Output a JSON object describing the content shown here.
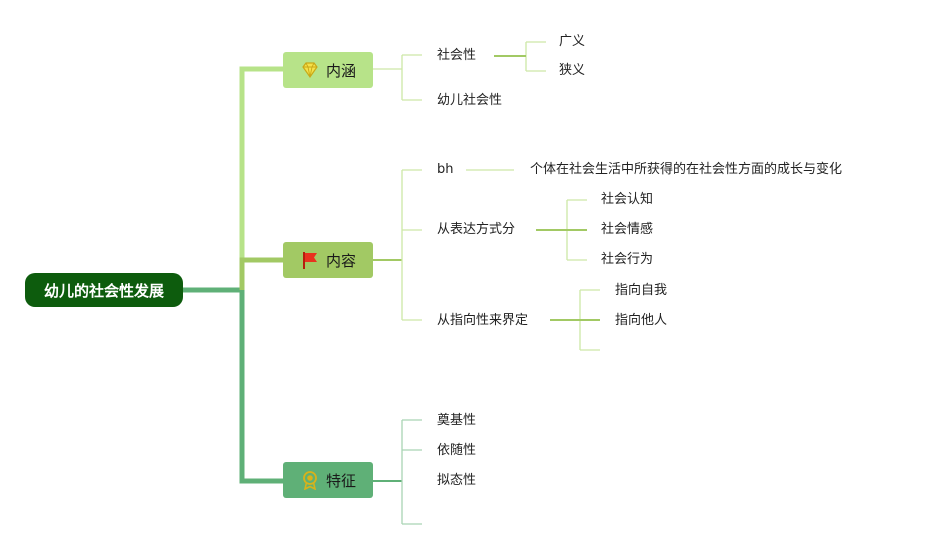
{
  "root": {
    "label": "幼儿的社会性发展"
  },
  "branches": [
    {
      "label": "内涵",
      "icon": "diamond-icon",
      "children": [
        {
          "label": "社会性",
          "children": [
            {
              "label": "广义"
            },
            {
              "label": "狭义"
            }
          ]
        },
        {
          "label": "幼儿社会性"
        }
      ]
    },
    {
      "label": "内容",
      "icon": "red-flag-icon",
      "children": [
        {
          "label": "bh",
          "children": [
            {
              "label": "个体在社会生活中所获得的在社会性方面的成长与变化"
            }
          ]
        },
        {
          "label": "从表达方式分",
          "children": [
            {
              "label": "社会认知"
            },
            {
              "label": "社会情感"
            },
            {
              "label": "社会行为"
            }
          ]
        },
        {
          "label": "从指向性来界定",
          "children": [
            {
              "label": "指向自我"
            },
            {
              "label": "指向他人"
            }
          ]
        }
      ]
    },
    {
      "label": "特征",
      "icon": "medal-icon",
      "children": [
        {
          "label": "奠基性"
        },
        {
          "label": "依随性"
        },
        {
          "label": "拟态性"
        }
      ]
    }
  ],
  "colors": {
    "root": "#0d5c0d",
    "branch_1": "#b7e389",
    "branch_2": "#a2c964",
    "branch_3": "#5fb077",
    "accent_red": "#e8321e",
    "accent_gold": "#d8b21a"
  }
}
